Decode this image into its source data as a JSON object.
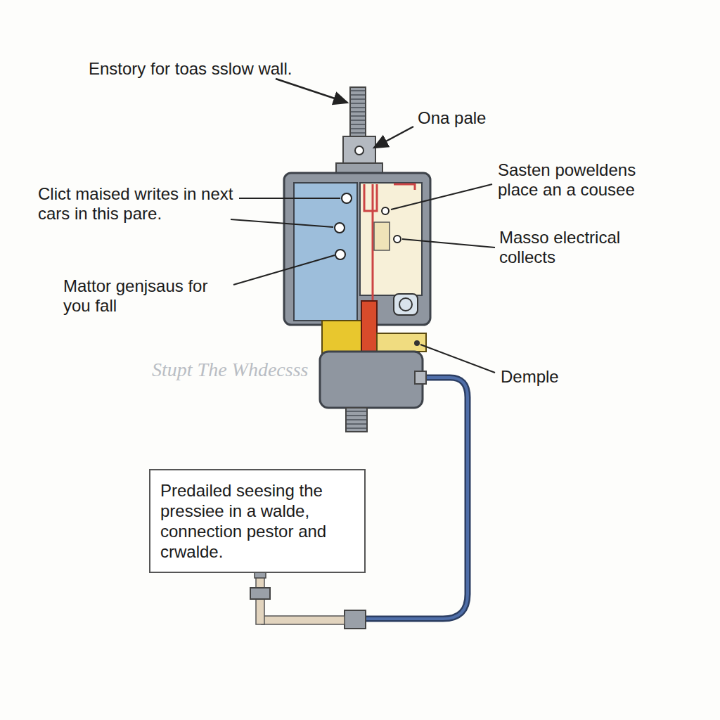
{
  "diagram": {
    "nodes": [
      {
        "text": [
          "Predailed seesing the pressiee in a walde, connection pestor and crwalde."
        ]
      }
    ],
    "labels": [
      "Enstory for toas sslow wall.",
      "Ona pale",
      "Sasten poweldens place an a cousee",
      "Clict maised writes in next cars in this pare.",
      "Masso electrical collects",
      "Mattor genjsaus for you fall",
      "Demple",
      "Stupt The Whdecsss"
    ]
  }
}
